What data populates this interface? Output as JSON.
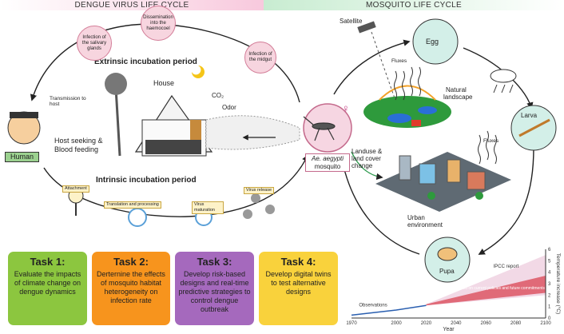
{
  "banners": {
    "left": "DENGUE VIRUS LIFE CYCLE",
    "right": "MOSQUITO LIFE CYCLE"
  },
  "dengue": {
    "extrinsic": "Extrinsic incubation period",
    "intrinsic": "Intrinsic incubation period",
    "house": "House",
    "co2": "CO₂",
    "odor": "Odor",
    "transmission": "Transmission to host",
    "host_seeking": "Host seeking &",
    "blood_feeding": "Blood feeding",
    "human": "Human",
    "bubbles": [
      "Infection of the salivary glands",
      "Dissemination into the haemocoel",
      "Infection of the midgut"
    ],
    "steps": [
      "Attachment",
      "Translation and processing",
      "Virus maturation",
      "Virus release"
    ],
    "mosquito_l1": "Ae. aegypti",
    "mosquito_l2": "mosquito"
  },
  "mosquito_cycle": {
    "satellite": "Satellite",
    "fluxes": "Fluxes",
    "egg": "Egg",
    "natural_l1": "Natural",
    "natural_l2": "landscape",
    "larva": "Larva",
    "landuse_l1": "Landuse &",
    "landuse_l2": "land cover",
    "landuse_l3": "change",
    "urban_l1": "Urban",
    "urban_l2": "environment",
    "pupa": "Pupa"
  },
  "tasks": [
    {
      "title": "Task 1:",
      "desc": "Evaluate the impacts of climate change on dengue dynamics",
      "color": "#8cc63f"
    },
    {
      "title": "Task 2:",
      "desc": "Derternine the effects of mosquito habitat heterogeneity on infection rate",
      "color": "#f7941d"
    },
    {
      "title": "Task 3:",
      "desc": "Develop risk-based designs and real-time predictive strategies to control dengue outbreak",
      "color": "#a569bd"
    },
    {
      "title": "Task 4:",
      "desc": "Develop digital twins to test alternative designs",
      "color": "#f9d23c"
    }
  ],
  "chart_data": {
    "type": "area",
    "xlabel": "Year",
    "ylabel": "Temperature increase (°C)",
    "xlim": [
      1970,
      2100
    ],
    "ylim": [
      0,
      6
    ],
    "xticks": [
      1970,
      2000,
      2020,
      2040,
      2060,
      2080,
      2100
    ],
    "yticks": [
      0,
      1,
      2,
      3,
      4,
      5,
      6
    ],
    "annotations": [
      "IPCC report",
      "Based on current policies and future commitments",
      "Observations"
    ],
    "observations": {
      "x": [
        1970,
        1980,
        1990,
        2000,
        2010,
        2020
      ],
      "y": [
        0.25,
        0.4,
        0.55,
        0.7,
        0.9,
        1.1
      ]
    },
    "ipcc_band": {
      "x": [
        2020,
        2100
      ],
      "lower": [
        1.1,
        2.0
      ],
      "upper": [
        1.2,
        5.5
      ]
    },
    "policy_band": {
      "x": [
        2020,
        2100
      ],
      "lower": [
        1.1,
        2.2
      ],
      "upper": [
        1.2,
        3.7
      ]
    }
  }
}
